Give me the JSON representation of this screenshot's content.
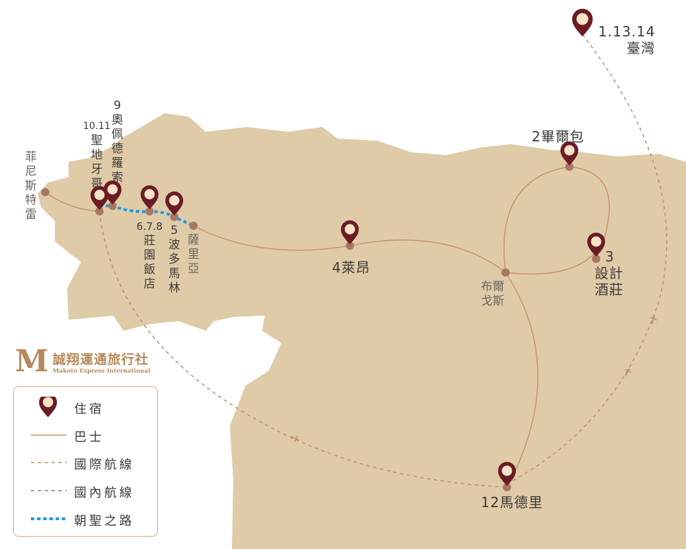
{
  "colors": {
    "land": "#e0cba8",
    "bus": "#c4946a",
    "intl": "#b8906b",
    "domestic": "#6f8a7f",
    "camino": "#1a9ae0",
    "pin": "#6b1c24",
    "pin_inner": "#f5e3c8",
    "dot": "#a87763"
  },
  "places": {
    "taiwan": {
      "day": "1.13.14",
      "name": "臺灣"
    },
    "bilbao": "2畢爾包",
    "winery": {
      "day": "3",
      "name": "設計酒莊"
    },
    "leon": "4萊昂",
    "burgos": "布爾戈斯",
    "madrid": "12馬德里",
    "sarria": "薩里亞",
    "portomarin": {
      "day": "5",
      "name": "波多馬林"
    },
    "manor": {
      "day": "6.7.8",
      "name": "莊園飯店"
    },
    "oporto": {
      "day": "9",
      "name": "奧佩德羅索"
    },
    "santiago": {
      "day": "10.11",
      "name": "聖地牙哥"
    },
    "finisterre": "菲尼斯特雷"
  },
  "logo": {
    "mark": "M",
    "name_cn": "誠翔運通旅行社",
    "name_en": "Makoto Express International"
  },
  "legend": {
    "items": [
      {
        "label": "住宿",
        "icon": "map-pin-icon"
      },
      {
        "label": "巴士",
        "icon": "solid-line-icon"
      },
      {
        "label": "國際航線",
        "icon": "dashed-line-icon"
      },
      {
        "label": "國內航線",
        "icon": "dashed-line-icon"
      },
      {
        "label": "朝聖之路",
        "icon": "dotted-line-icon"
      }
    ]
  }
}
